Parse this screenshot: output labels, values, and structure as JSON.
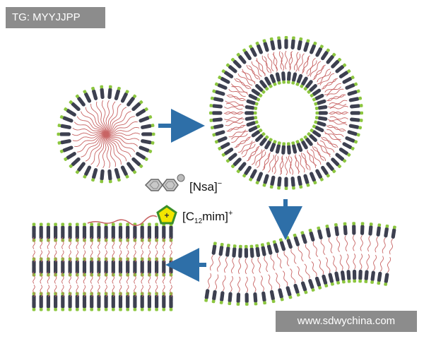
{
  "watermark_top": "TG: MYYJJPP",
  "watermark_bottom": "www.sdwychina.com",
  "labels": {
    "anion": {
      "name": "Nsa",
      "charge": "−"
    },
    "cation": {
      "prefix": "C",
      "subscript": "12",
      "suffix": "mim",
      "charge": "+"
    }
  },
  "colors": {
    "head_dark": "#3d4050",
    "head_green": "#8cc63f",
    "tail": "#c86464",
    "arrow": "#2e6fa8",
    "cation_ring": "#f2e600"
  }
}
